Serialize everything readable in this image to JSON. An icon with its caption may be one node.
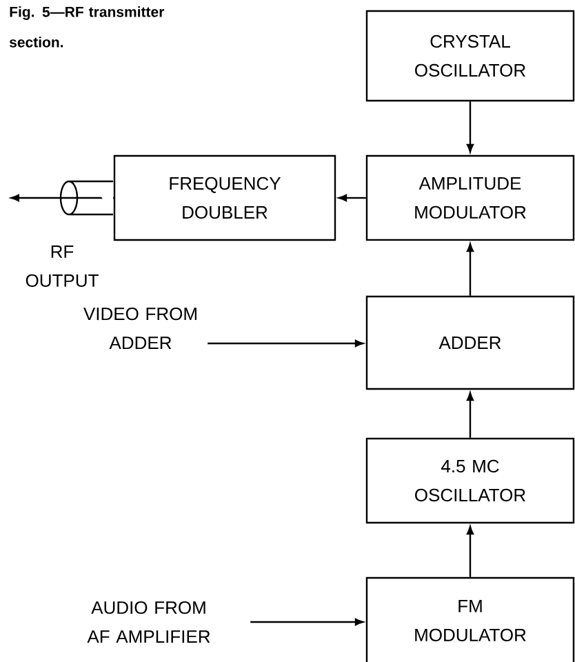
{
  "diagram": {
    "caption": "Fig. 5—RF transmitter section.",
    "nodes": [
      {
        "text": [
          "CRYSTAL OSCILLATOR"
        ]
      },
      {
        "text": [
          "AMPLITUDE MODULATOR"
        ]
      },
      {
        "text": [
          "FREQUENCY DOUBLER"
        ]
      },
      {
        "text": [
          "VIDEO FROM ADDER"
        ]
      },
      {
        "text": [
          "ADDER"
        ]
      },
      {
        "text": [
          "4.5 MC OSCILLATOR"
        ]
      },
      {
        "text": [
          "AUDIO FROM AF AMPLIFIER"
        ]
      },
      {
        "text": [
          "FM MODULATOR"
        ]
      }
    ],
    "edges": [
      {
        "from": 0,
        "to": 1,
        "arrow": "to"
      },
      {
        "from": 1,
        "to": 2,
        "arrow": "to"
      },
      {
        "from": 2,
        "to": null,
        "arrow": "to"
      },
      {
        "from": 3,
        "to": 4,
        "arrow": "to"
      },
      {
        "from": 4,
        "to": 1,
        "arrow": "to"
      },
      {
        "from": 5,
        "to": 4,
        "arrow": "to"
      },
      {
        "from": 7,
        "to": 5,
        "arrow": "to"
      },
      {
        "from": 6,
        "to": 7,
        "arrow": "to"
      }
    ],
    "labels": [
      "RF OUTPUT"
    ]
  }
}
